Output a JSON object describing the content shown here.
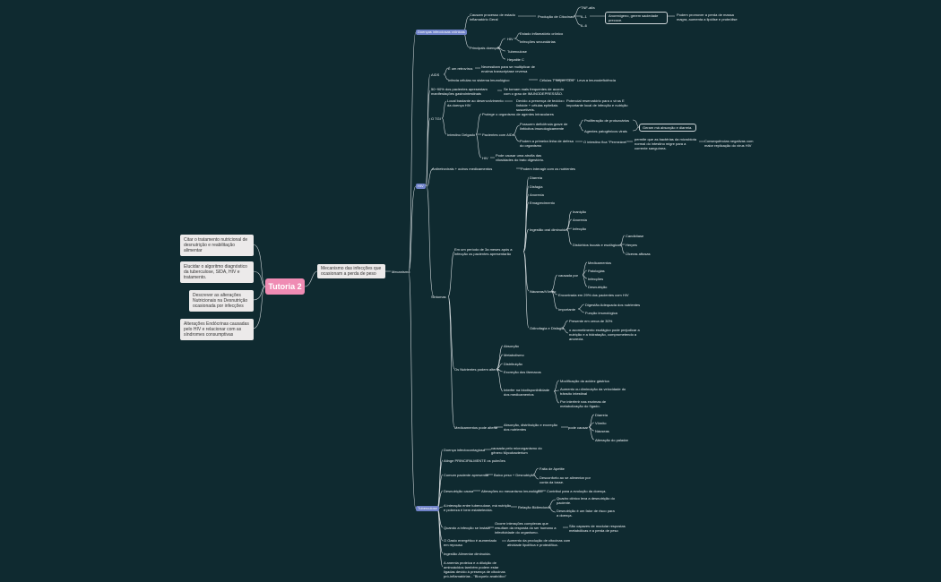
{
  "central": "Tutoria 2",
  "side_topics": [
    "Citar o tratamento nutricional de desnutrição e reabilitação alimentar",
    "Elucidar o algoritmo diagnóstico da tuberculose, SIDA, HIV e tratamento.",
    "Descrever as alterações Nutricionais na Desnutrição ocasionada por infecções",
    "Alterações Endócrinas causadas pelo HIV e relacionar com as síndromes consumptivas"
  ],
  "subtopic": "Mecanismo das infecções que ocasionam a perda de peso",
  "mecanismo": "Mecanismo",
  "b1": {
    "tag": "Doenças infecciosas crônicas",
    "l1": "Causam processo de estado inflamatório Geral",
    "l2": "Produção de Citocinas",
    "c1": "TNF-alfa",
    "c2": "IL-1",
    "c3": "IL-6",
    "box": "Anorexigeno, gerem saciedade precoce.",
    "box_note": "Podem promover a perda de massa magra, aumenta a lipólise e proteólise",
    "pd": "Principais doenças",
    "hiv": "HIV",
    "hiv1": "Estado inflamatório crônico",
    "hiv2": "Infecções secundárias",
    "tb": "Tuberculose",
    "hepc": "Hepatite C"
  },
  "b2": {
    "tag": "HIV",
    "aids": "AIDS",
    "aids1": "É um retrovírus",
    "aids1a": "Necessitam para se multiplicar de enzima transcriptase reversa",
    "aids2": "Infecta células no sistema imunológico",
    "aids2a": "Células T helper CD4",
    "aids2b": "Leva a imunodeficiência",
    "pct": "50~90% dos pacientes apresentam manifestações gastrointestinais",
    "pct_note": "Se tornam mais frequentes de acordo com o grau de IMUNODEPRESSÃO.",
    "tgi": "O TGI",
    "tgi1": "Local bastante ao desenvolvimento da doença HIV",
    "tgi1a": "Devido a presença de tecido linfoide + células epiteliais suscetíveis.",
    "tgi1b": "Potencial reservatório para o vírus E importante local de infecção e nutrição",
    "id": "Intestino Delgado",
    "id1": "Protege o organismo de agentes intraculares",
    "pacientes": "Pacientes com AIDs",
    "p1": "Possuem deficiência grave de linfócitos imunologicamente",
    "p1a": "Proliferação de protozoários",
    "p1b": "Agentes patogênicos virais",
    "p1box": "Geram má absorção e diarreia.",
    "p2": "Podem a primeira linha de defesa do organismo",
    "p2a": "O intestino fica \"Permeável\"",
    "p2b": "permite que as bactérias da microbiota normal do intestino migre para a corrente sanguínea.",
    "p2c": "Consequências negativas com maior replicação do vírus HIV",
    "hiv3": "HIV",
    "hiv3a": "Pode causar uma atrofia das vilosidades do trato digestório."
  },
  "b3": {
    "tag": "Mecanismo",
    "anti": "Antiretrovirais + outros medicamentos",
    "anti_a": "Podem interagir com os nutrientes",
    "sint_tag": "Sintomas",
    "sint": "Em um período de 3a meses após a infecção os pacientes apresentarão",
    "sx": [
      "Diarreia",
      "Disfagia",
      "Anorexia",
      "Emagrecimento"
    ],
    "ing": "Ingestão oral diminuída",
    "ing_items": [
      "Inanição",
      "Anorexia",
      "Infecção"
    ],
    "les": "Distúrbios bucais e esofágicos",
    "les_items": [
      "Candidíase",
      "Herpes",
      "Úlceras aftosas"
    ],
    "nausea": "Náuseas/Vômito",
    "causada": "causada por",
    "causada_items": [
      "Medicamentos",
      "Patologias",
      "Infecções",
      "Desnutrição"
    ],
    "encontrado": "Encontrada em 29% dos pacientes com HIV",
    "import": "Importante",
    "import_items": [
      "Digestão Adequada dos nutrientes",
      "Função imunológica"
    ],
    "odino": "Odinofagia e Disfagia",
    "odino_items": [
      "Presente em cerca de 30%",
      "o acometimento esofágico pode prejudicar a nutrição e a hidratação, comprometendo a anorexia."
    ],
    "dh": "Os Nutrientes podem alterar",
    "dh_items": [
      "Absorção",
      "Metabolismo",
      "Distribuição",
      "Excreção dos fármacos"
    ],
    "biod": "Interfer na biodisponibilidade dos medicamentos",
    "biod_items": [
      "Modificação da acidez gástrica",
      "Aumento ou diminuição da velocidade do trânsito intestinal",
      "Por interferir nas enzimas de metabolização do fígado."
    ],
    "med": "Medicamentos pode alterar",
    "med_a": "Absorção, distribuição e excreção dos nutrientes",
    "med_b": "pode causar",
    "med_items": [
      "Diarreia",
      "Vômito",
      "Náuseas",
      "Alteração do paladar"
    ]
  },
  "b4": {
    "tag": "Tuberculose",
    "i1": "Doença infectocontagiosa",
    "i1a": "causada pelo microrganismo do gênero Mycobacterium",
    "i2": "Atinge PRINCIPALMENTE os pulmões",
    "i3": "Comum paciente apresentar",
    "i3a": "Baixo peso + Desnutrição",
    "i3b": "Falta de Apetite",
    "i3c": "Desconforto ao se alimentar por conta da tosse.",
    "i4": "Desnutrição causa",
    "i4a": "Alterações no mecanismo imunológico",
    "i4b": "Contribui para a evolução da doença.",
    "i5": "A interação entre tuberculose, má nutrição e pobreza é bem estabelecida.",
    "i5a": "Relação Bidirecional",
    "i5b": "Quadro clínico leva a desnutrição do paciente.",
    "i5c": "Desnutrição é um fator de risco para a doença.",
    "i6": "Quando a infecção se instala",
    "i6a": "Ocorre interações complexas que resultam da resposta do ser humano a infectividade do organismo.",
    "i6b": "São capazes de modular respostas metabólicas e a perda de peso",
    "i7": "O Gasto energético é aumentado em repouso",
    "i7a": "Aumento da produção de citocinas com atividade lipolítica e proteolítica.",
    "i8": "Ingestão Alimentar diminuída.",
    "i9": "A anemia proteica e a diluição de aminoácidos também podem estar ligadas devido à presença de citocinas pró-inflamatórias - \"Bloqueio anabólico\""
  }
}
